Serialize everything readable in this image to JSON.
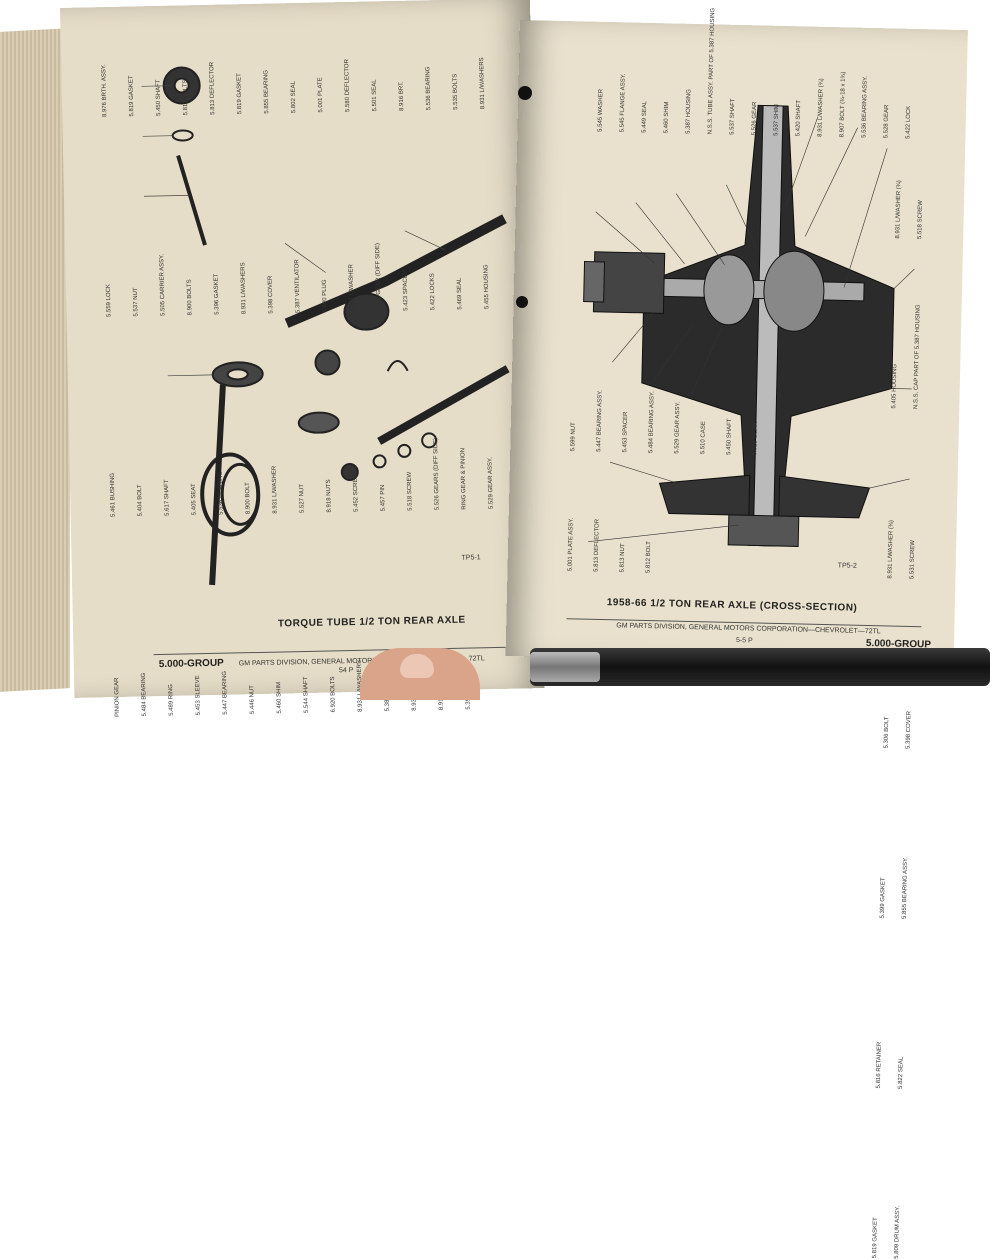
{
  "left_page": {
    "caption": "TORQUE TUBE 1/2 TON REAR AXLE",
    "figure_ref": "TP5-1",
    "footer_group": "5.000-GROUP",
    "footer_text": "GM PARTS DIVISION, GENERAL MOTORS CORPORATION—CH",
    "footer_suffix": "72TL",
    "page_number": "54 P",
    "part_labels": [
      "8.976 BRTH. ASSY.",
      "5.819 GASKET",
      "5.450 SHAFT",
      "5.812 BOLTS",
      "5.813 DEFLECTOR",
      "5.819 GASKET",
      "5.855 BEARING",
      "5.802 SEAL",
      "5.001 PLATE",
      "5.580 DEFLECTOR",
      "5.501 SEAL",
      "8.916 BRT.",
      "5.536 BEARING",
      "5.535 BOLTS",
      "8.931 L/WASHERS",
      "5.559 LOCK",
      "5.537 NUT",
      "5.505 CARRIER ASSY.",
      "8.900 BOLTS",
      "5.396 GASKET",
      "8.931 L/WASHERS",
      "5.398 COVER",
      "5.387 VENTILATOR",
      "5.400 PLUG",
      "8.931 L/WASHER",
      "5.528 GEAR (DIFF SIDE)",
      "5.423 SPACER",
      "5.422 LOCKS",
      "5.469 SEAL",
      "5.455 HOUSING",
      "5.461 BUSHING",
      "5.404 BOLT",
      "5.617 SHAFT",
      "5.405 SEAT",
      "5.536 BEARING",
      "8.900 BOLT",
      "8.931 L/WASHER",
      "5.527 NUT",
      "8.918 NUTS",
      "5.452 SCREW",
      "5.457 PIN",
      "5.518 SCREW",
      "5.526 GEARS (DIFF SIDE)",
      "RING GEAR & PINION",
      "5.529 GEAR ASSY.",
      "PINION GEAR",
      "5.484 BEARING",
      "5.489 RING",
      "5.453 SLEEVE",
      "5.447 BEARING",
      "5.446 NUT",
      "5.460 SHIM",
      "5.544 SHAFT",
      "6.920 BOLTS",
      "8.931 L/WASHERS",
      "5.387 HOUSING",
      "8.931 L/WASHERS",
      "8.915 NUTS",
      "5.396 GASKET"
    ]
  },
  "right_page": {
    "caption": "1958-66 1/2 TON REAR AXLE (CROSS-SECTION)",
    "figure_ref": "TP5-2",
    "footer_text": "GM PARTS DIVISION, GENERAL MOTORS CORPORATION—CHEVROLET—72TL",
    "page_number": "5-5 P",
    "footer_group": "5.000-GROUP",
    "part_labels_top": [
      "5.545 WASHER",
      "5.545 FLANGE ASSY.",
      "5.449 SEAL",
      "5.460 SHIM",
      "5.387 HOUSING",
      "N.S.S. TUBE ASSY. PART OF 5.387 HOUSING",
      "5.537 SHAFT",
      "5.526 GEAR",
      "5.537 SHIM",
      "5.420 SHAFT",
      "8.931 L/WASHER (¾)",
      "8.907 BOLT (¾-18 x 1¾)",
      "5.536 BEARING ASSY.",
      "5.528 GEAR",
      "5.422 LOCK"
    ],
    "part_labels_right": [
      "8.931 L/WASHER (¾)",
      "5.518 SCREW",
      "5.405 HOUSING",
      "N.S.S. CAP PART OF 5.387 HOUSING",
      "8.931 L/WASHER (⅜)",
      "5.531 SCREW",
      "5.306 BOLT",
      "5.398 COVER",
      "5.399 GASKET",
      "5.855 BEARING ASSY.",
      "5.816 RETAINER",
      "5.822 SEAL",
      "5.819 GASKET",
      "5.809 DRUM ASSY."
    ],
    "part_labels_bottom": [
      "5.599 NUT",
      "5.447 BEARING ASSY.",
      "5.453 SPACER",
      "5.484 BEARING ASSY.",
      "5.529 GEAR ASSY.",
      "5.510 CASE",
      "5.450 SHAFT",
      "5.528 GEAR",
      "5.001 PLATE ASSY.",
      "5.813 DEFLECTOR",
      "5.813 NUT",
      "5.812 BOLT"
    ]
  },
  "colors": {
    "paper_left": "#e6ddc8",
    "paper_right": "#e9e1cd",
    "ink": "#222222",
    "pen": "#1a1a1a"
  }
}
